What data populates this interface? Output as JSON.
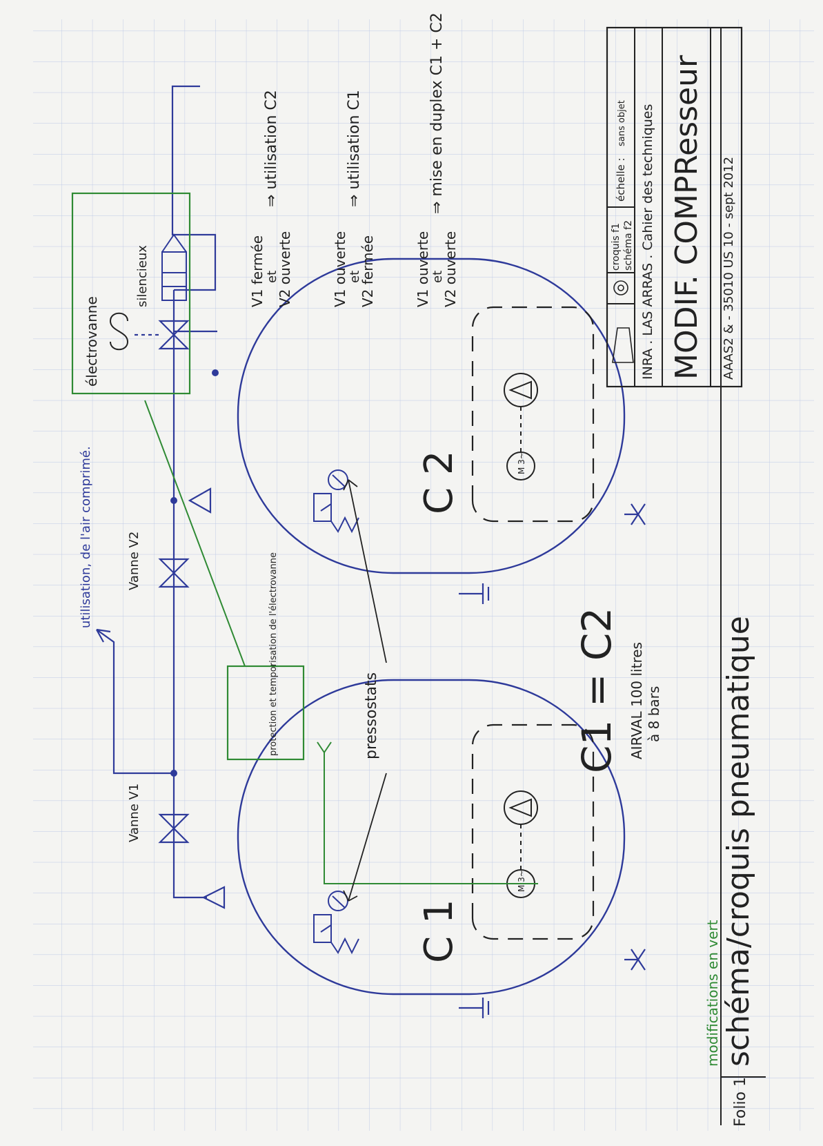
{
  "colors": {
    "ink_blue": "#2e3a9a",
    "ink_green": "#2f8a34",
    "ink_black": "#222222",
    "grid": "#bcc8e6",
    "paper": "#f4f4f2"
  },
  "labels": {
    "electrovanne": "électrovanne",
    "silencieux": "silencieux",
    "vanne_v1": "Vanne V1",
    "vanne_v2": "Vanne V2",
    "utilisation_air": "utilisation, de l'air comprimé.",
    "protection": "protection et temporisation de l'électrovanne",
    "pressostats": "pressostats",
    "c1": "C 1",
    "c2": "C 2",
    "equation": "C1 = C2",
    "airval": "AIRVAL 100 litres",
    "bars": "à 8 bars",
    "motor": "M 3~"
  },
  "conditions": [
    {
      "v1": "V1 fermée",
      "et": "et",
      "v2": "V2 ouverte",
      "result": "⇒ utilisation C2"
    },
    {
      "v1": "V1 ouverte",
      "et": "et",
      "v2": "V2 fermée",
      "result": "⇒ utilisation C1"
    },
    {
      "v1": "V1 ouverte",
      "et": "et",
      "v2": "V2 ouverte",
      "result": "⇒ mise en duplex C1 + C2"
    }
  ],
  "title_block": {
    "croquis": "croquis f1",
    "schema": "schéma f2",
    "echelle": "échelle :",
    "sans_objet": "sans objet",
    "institution": "INRA . LAS ARRAS . Cahier des techniques",
    "project": "MODIF. COMPResseur",
    "reference": "AAAS2 & - 35010 US 10 - sept 2012",
    "title": "schéma/croquis  pneumatique",
    "subtitle": "modifications en vert",
    "folio": "Folio 1"
  }
}
